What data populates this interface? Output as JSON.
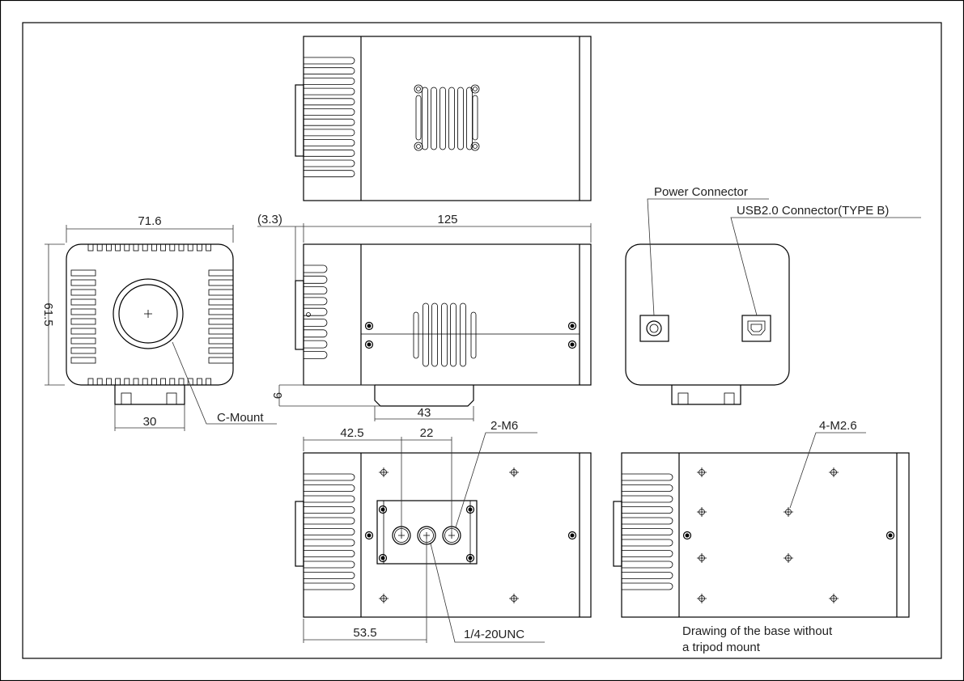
{
  "drawing": {
    "front_view": {
      "width_dim": "71.6",
      "height_dim": "61.5",
      "mount_dim": "30",
      "lens_label": "C-Mount"
    },
    "side_view": {
      "offset_dim": "(3.3)",
      "length_dim": "125",
      "mount_height_dim": "9",
      "mount_width_dim": "43"
    },
    "back_view": {
      "power_label": "Power Connector",
      "usb_label": "USB2.0 Connector(TYPE B)"
    },
    "bottom_view": {
      "dim_a": "42.5",
      "dim_b": "22",
      "dim_c": "53.5",
      "m6_label": "2-M6",
      "unc_label": "1/4-20UNC"
    },
    "bottom_view_no_mount": {
      "m26_label": "4-M2.6",
      "caption_line1": "Drawing of the base without",
      "caption_line2": "a tripod mount"
    }
  }
}
